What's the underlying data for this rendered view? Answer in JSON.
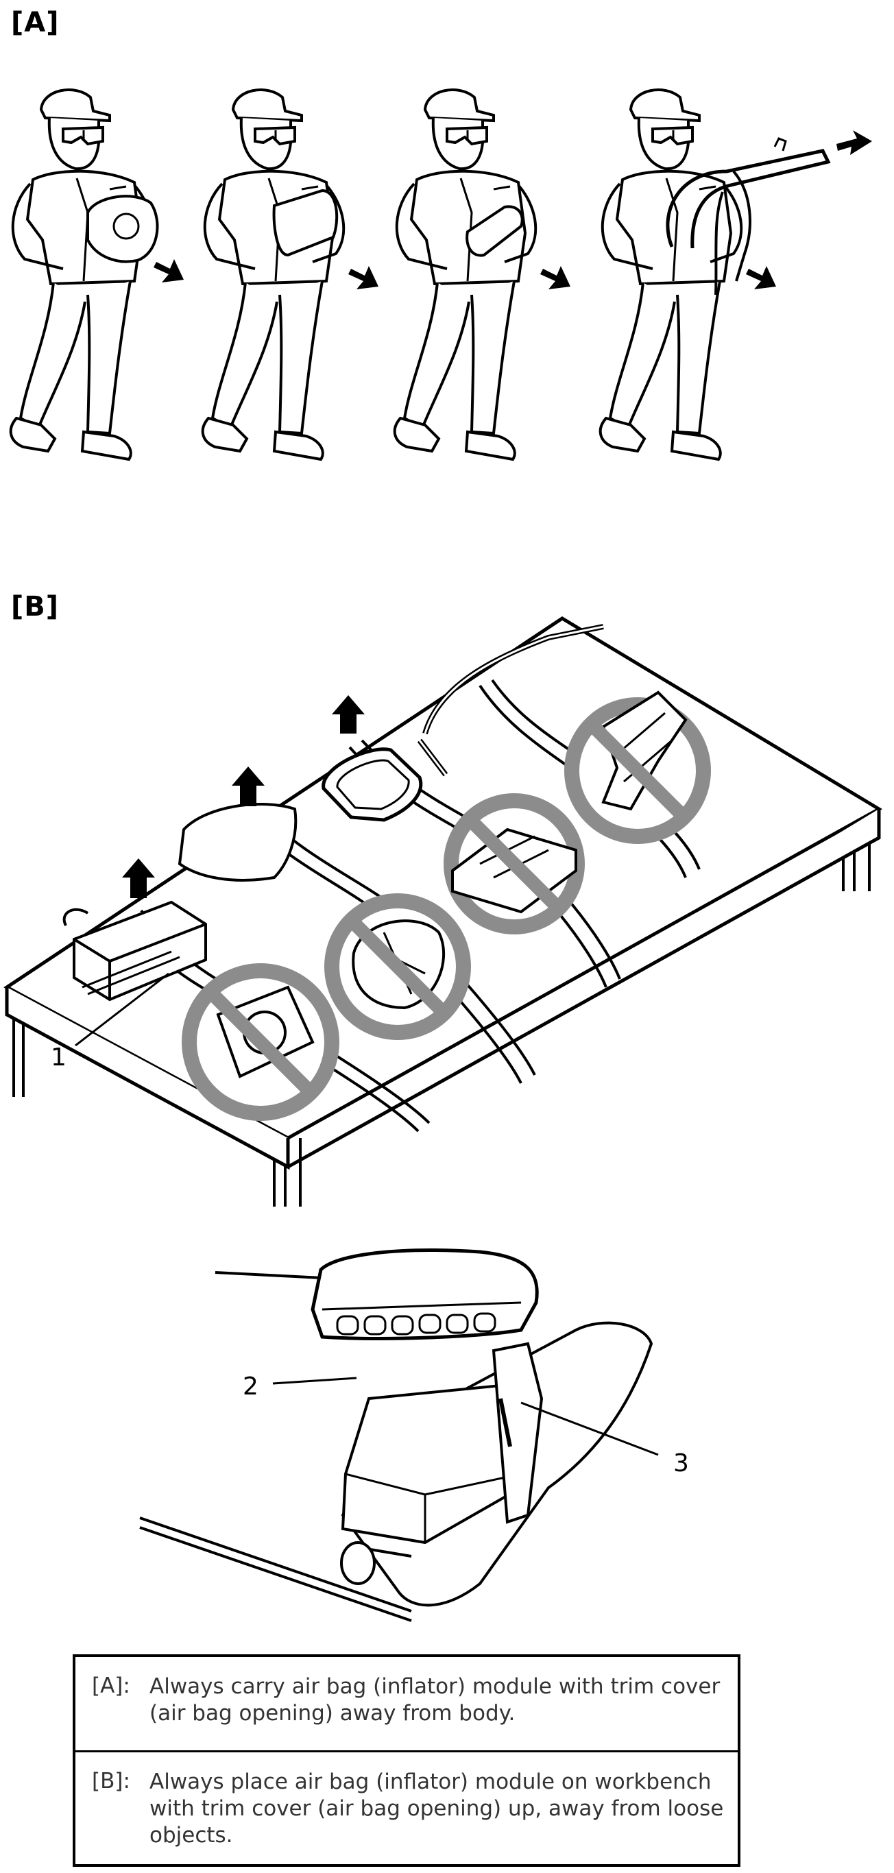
{
  "figure": {
    "label_a": "[A]",
    "label_b": "[B]"
  },
  "callouts": {
    "c1": "1",
    "c2": "2",
    "c3": "3"
  },
  "legend": {
    "rows": [
      {
        "key": "[A]:",
        "text": "Always carry air bag (inflator) module with trim cover (air bag opening) away from body."
      },
      {
        "key": "[B]:",
        "text": "Always place air bag (inflator) module on workbench with trim cover (air bag opening) up, away from loose objects."
      }
    ]
  },
  "colors": {
    "line": "#000000",
    "prohibition_ring": "#8c8c8c",
    "prohibition_fill": "#9a9a9a"
  }
}
